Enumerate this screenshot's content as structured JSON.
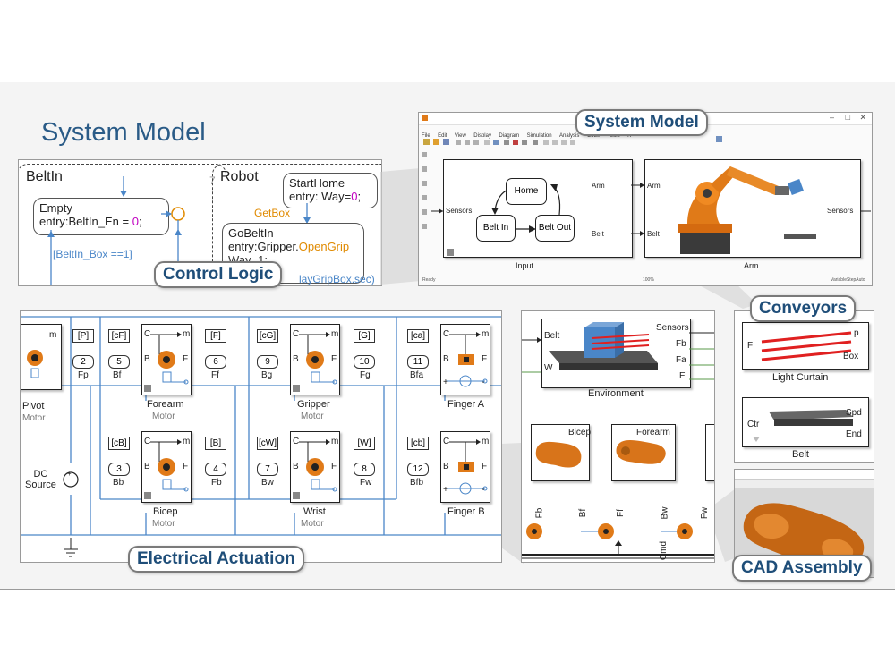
{
  "slide_title": "System Model",
  "callouts": {
    "system_model": "System Model",
    "control_logic": "Control Logic",
    "electrical_actuation": "Electrical Actuation",
    "conveyors": "Conveyors",
    "cad_assembly": "CAD Assembly"
  },
  "control_logic": {
    "chart_beltin": "BeltIn",
    "chart_robot": "Robot",
    "state_empty_line1": "Empty",
    "state_empty_line2_a": "entry:BeltIn_En = ",
    "state_empty_line2_b": "0",
    "state_empty_line2_c": ";",
    "transition_label": "[BeltIn_Box ==1]",
    "state_starthome_line1": "StartHome",
    "state_starthome_line2_a": "entry: Way=",
    "state_starthome_line2_b": "0",
    "state_starthome_line2_c": ";",
    "getbox_label": "GetBox",
    "state_gobeltin_line1": "GoBeltIn",
    "state_gobeltin_line2_a": "entry:Gripper.",
    "state_gobeltin_line2_b": "OpenGrip",
    "state_gobeltin_line3": "Way=1;",
    "state_gobeltin_partial": "layGripBox.sec)",
    "chart_corner": "7"
  },
  "system_model_window": {
    "menu": [
      "File",
      "Edit",
      "View",
      "Display",
      "Diagram",
      "Simulation",
      "Analysis",
      "Code",
      "Tools",
      "H"
    ],
    "status_left": "Ready",
    "status_mid": "100%",
    "status_right": "VariableStepAuto",
    "input_block": {
      "label": "Input",
      "port_in": "Sensors",
      "port_arm": "Arm",
      "port_belt": "Belt",
      "states": [
        "Home",
        "Belt In",
        "Belt Out"
      ]
    },
    "arm_block": {
      "label": "Arm",
      "port_arm": "Arm",
      "port_belt": "Belt",
      "port_sensors": "Sensors"
    }
  },
  "electrical": {
    "dc_source": "DC\nSource",
    "motor_sub": "Motor",
    "motors": [
      {
        "name": "Pivot",
        "sub": "Motor",
        "tag_in": "[P]",
        "num_out": "2",
        "out_lbl": "Fp"
      },
      {
        "name": "Forearm",
        "sub": "Motor",
        "tag_in_l": "[cF]",
        "tag_out": "[F]",
        "num_in": "5",
        "in_lbl": "Bf",
        "num_out": "6",
        "out_lbl": "Ff"
      },
      {
        "name": "Gripper",
        "sub": "Motor",
        "tag_in_l": "[cG]",
        "tag_out": "[G]",
        "num_in": "9",
        "in_lbl": "Bg",
        "num_out": "10",
        "out_lbl": "Fg"
      },
      {
        "name": "Finger A",
        "sub": "",
        "tag_in_l": "[ca]",
        "num_in": "11",
        "in_lbl": "Bfa"
      },
      {
        "name": "Bicep",
        "sub": "Motor",
        "tag_in_l": "[cB]",
        "tag_out": "[B]",
        "num_in": "3",
        "in_lbl": "Bb",
        "num_out": "4",
        "out_lbl": "Fb"
      },
      {
        "name": "Wrist",
        "sub": "Motor",
        "tag_in_l": "[cW]",
        "tag_out": "[W]",
        "num_in": "7",
        "in_lbl": "Bw",
        "num_out": "8",
        "out_lbl": "Fw"
      },
      {
        "name": "Finger B",
        "sub": "",
        "tag_in_l": "[cb]",
        "num_in": "12",
        "in_lbl": "Bfb"
      }
    ],
    "port_labels": {
      "c": "C",
      "m": "m",
      "b": "B",
      "f": "F",
      "plus": "+",
      "minus": "-"
    }
  },
  "environment": {
    "label": "Environment",
    "ports_left": [
      "Belt",
      "W"
    ],
    "ports_right": [
      "Sensors",
      "Fb",
      "Fa",
      "E"
    ],
    "parts": [
      "Bicep",
      "Forearm"
    ],
    "bottom_ports": [
      "Fb",
      "Bf",
      "Ff",
      "Bw",
      "Fw"
    ],
    "cmd": "Cmd"
  },
  "conveyors": {
    "light_curtain": "Light Curtain",
    "lc_port_in": "F",
    "lc_port_p": "p",
    "lc_port_box": "Box",
    "belt": "Belt",
    "belt_port_ctr": "Ctr",
    "belt_port_spd": "Spd",
    "belt_port_end": "End"
  },
  "colors": {
    "title": "#2a5b87",
    "callout_text": "#1f4e79",
    "robot_orange": "#e07a18",
    "wire_blue": "#4a86c8",
    "magenta": "#c000c0",
    "sf_orange": "#e08a00"
  }
}
